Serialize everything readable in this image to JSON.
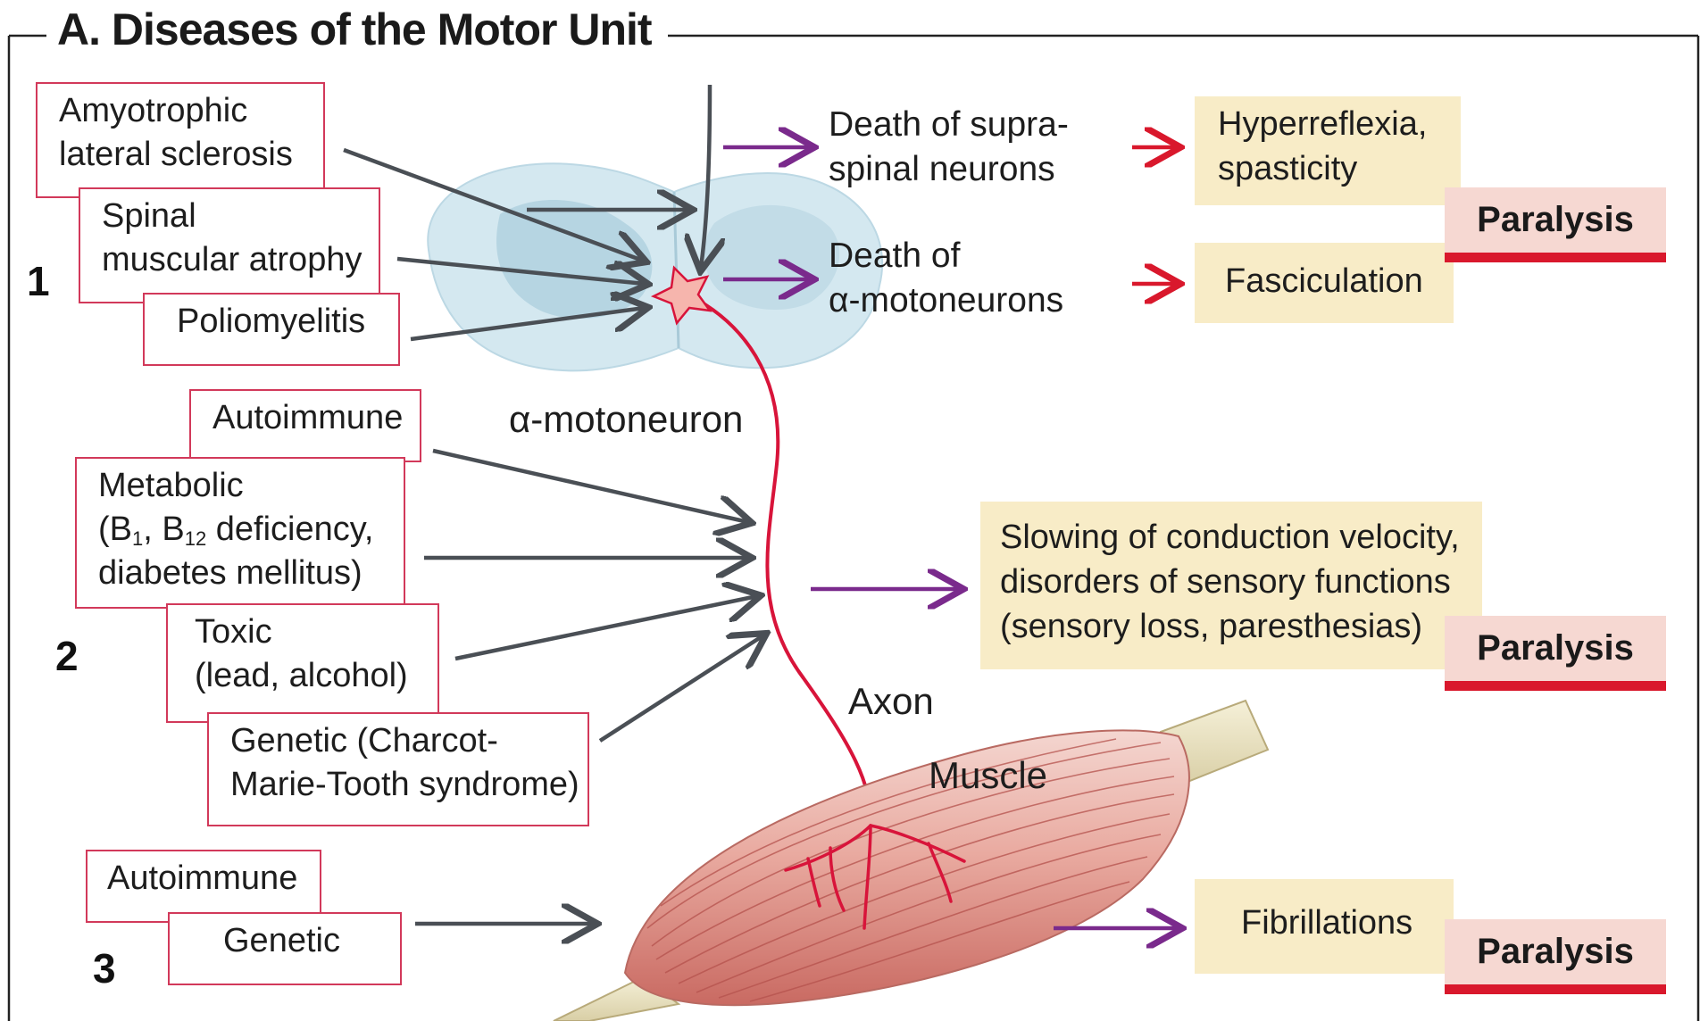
{
  "title": "A. Diseases of the Motor Unit",
  "groups": [
    {
      "number": "1"
    },
    {
      "number": "2"
    },
    {
      "number": "3"
    }
  ],
  "causes": {
    "als": [
      "Amyotrophic",
      "lateral sclerosis"
    ],
    "sma": [
      "Spinal",
      "muscular atrophy"
    ],
    "polio": "Poliomyelitis",
    "autoimmune_nerve": "Autoimmune",
    "metabolic_line1": "Metabolic",
    "metabolic_line2_a": "(B",
    "metabolic_line2_sub1": "1",
    "metabolic_line2_b": ", B",
    "metabolic_line2_sub2": "12",
    "metabolic_line2_c": " deficiency,",
    "metabolic_line3": "diabetes mellitus)",
    "toxic": [
      "Toxic",
      "(lead, alcohol)"
    ],
    "genetic_nerve": [
      "Genetic (Charcot-",
      "Marie-Tooth syndrome)"
    ],
    "autoimmune_muscle": "Autoimmune",
    "genetic_muscle": "Genetic"
  },
  "outcomes": {
    "supraspinal_death": [
      "Death of supra-",
      "spinal neurons"
    ],
    "motoneuron_death": [
      "Death of",
      "α-motoneurons"
    ],
    "conduction": [
      "Slowing of conduction velocity,",
      "disorders of sensory functions",
      "(sensory loss, paresthesias)"
    ]
  },
  "effects": {
    "hyperreflexia": [
      "Hyperreflexia,",
      "spasticity"
    ],
    "fasciculation": "Fasciculation",
    "fibrillations": "Fibrillations"
  },
  "paralysis": [
    "Paralysis",
    "Paralysis",
    "Paralysis"
  ],
  "labels": {
    "motoneuron": "α-motoneuron",
    "axon": "Axon",
    "muscle": "Muscle"
  },
  "colors": {
    "cause_border": "#d2395a",
    "effect_fill": "#f8ecc7",
    "paralysis_fill": "#f6d8d2",
    "paralysis_bar": "#d9182c",
    "arrow_gray": "#4a4f55",
    "arrow_purple": "#7a2a8c",
    "arrow_red": "#d9182c",
    "axon": "#d8143a",
    "spinal_cord": "#cfe3ec"
  }
}
